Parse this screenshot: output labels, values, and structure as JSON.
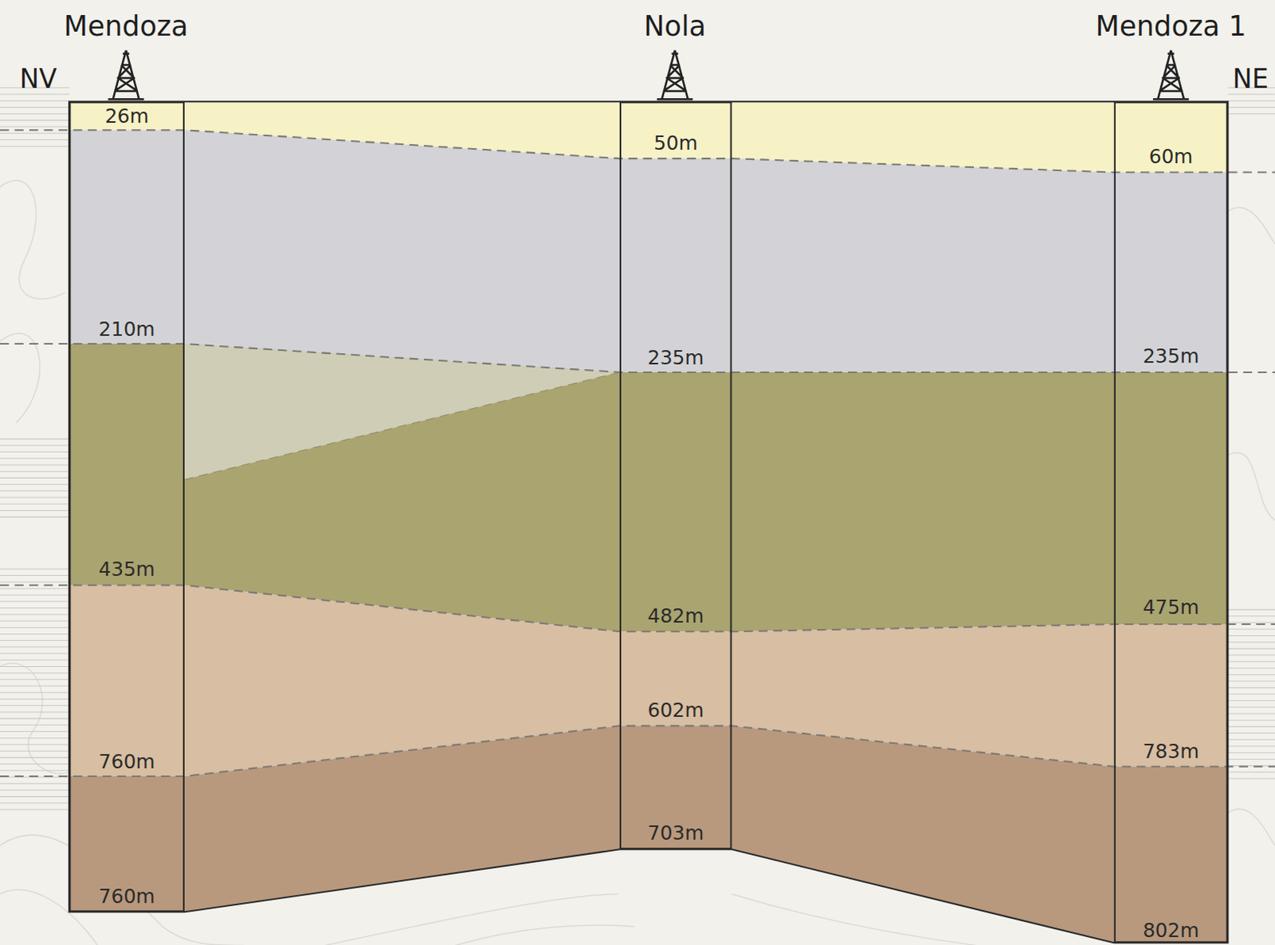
{
  "diagram": {
    "nodes": [
      {
        "text": [
          "26m",
          "210m",
          "435m",
          "760m",
          "760m"
        ]
      },
      {
        "text": [
          "50m",
          "235m",
          "482m",
          "602m",
          "703m"
        ]
      },
      {
        "text": [
          "60m",
          "235m",
          "475m",
          "783m",
          "802m"
        ]
      }
    ],
    "labels": [
      "Mendoza",
      "Nola",
      "Mendoza 1",
      "NV",
      "NE"
    ]
  }
}
